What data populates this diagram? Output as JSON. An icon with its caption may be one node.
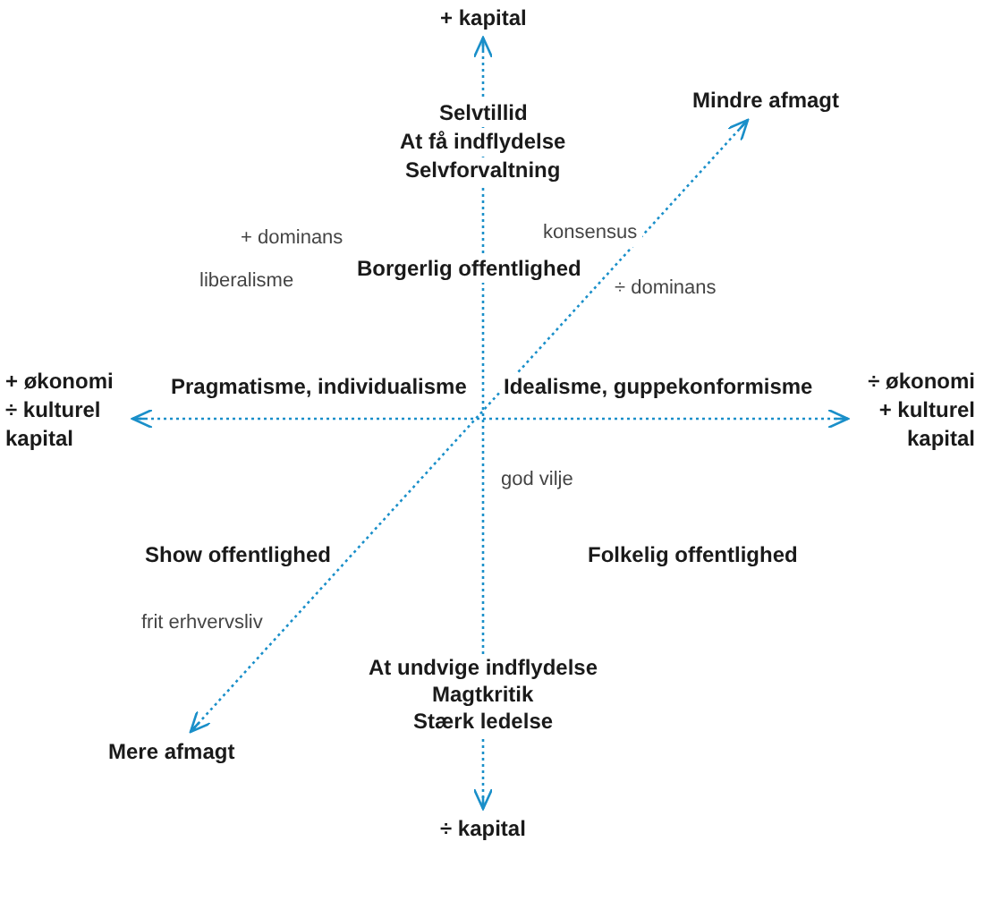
{
  "diagram": {
    "nodes": [
      {
        "text": [
          "+ kapital"
        ]
      },
      {
        "text": [
          "Mindre afmagt"
        ]
      },
      {
        "text": [
          "+ økonomi ÷ kulturel kapital"
        ]
      },
      {
        "text": [
          "÷ økonomi + kulturel kapital"
        ]
      },
      {
        "text": [
          "Mere afmagt"
        ]
      },
      {
        "text": [
          "÷ kapital"
        ]
      }
    ],
    "edges": [
      {
        "from": 0,
        "to": 5,
        "arrow": "both"
      },
      {
        "from": 2,
        "to": 3,
        "arrow": "both"
      },
      {
        "from": 1,
        "to": 4,
        "arrow": "both"
      }
    ],
    "labels": [
      "Selvtillid",
      "At få indflydelse",
      "Selvforvaltning",
      "+ dominans",
      "konsensus",
      "Borgerlig offentlighed",
      "liberalisme",
      "÷ dominans",
      "Pragmatisme, individualisme",
      "Idealisme, guppekonformisme",
      "god vilje",
      "Show offentlighed",
      "Folkelig offentlighed",
      "frit erhvervsliv",
      "At undvige indflydelse",
      "Magtkritik",
      "Stærk ledelse"
    ]
  }
}
